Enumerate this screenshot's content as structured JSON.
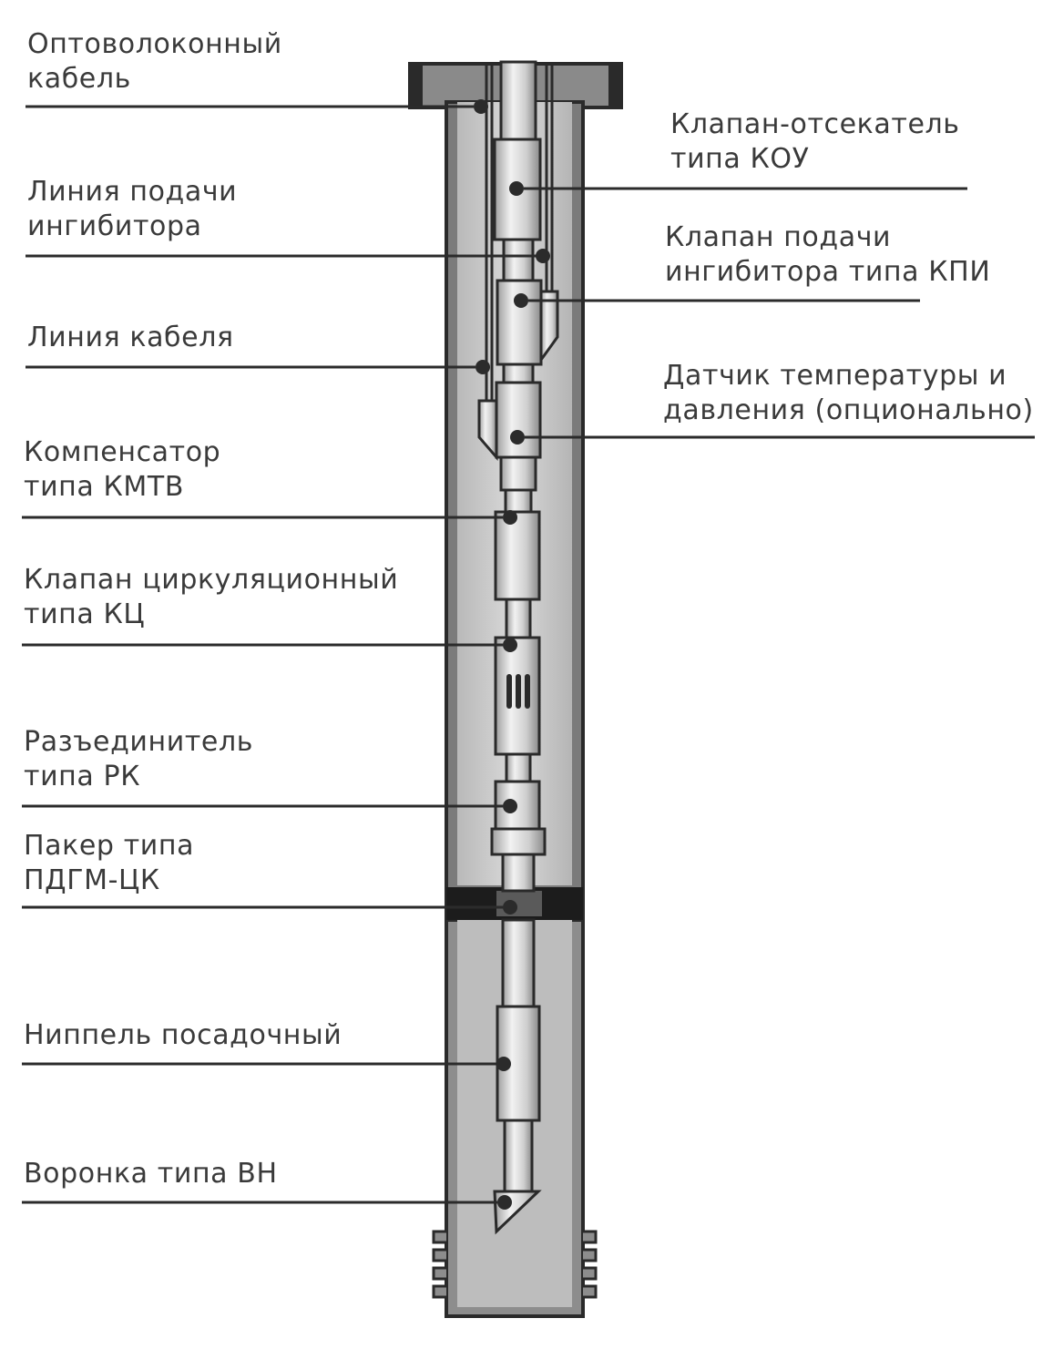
{
  "labels": {
    "fiber_cable": "Оптоволоконный\nкабель",
    "inhibitor_line": "Линия подачи\nингибитора",
    "cable_line": "Линия кабеля",
    "compensator": "Компенсатор\nтипа КМТВ",
    "circulation_valve": "Клапан циркуляционный\nтипа КЦ",
    "disconnector": "Разъединитель\nтипа РК",
    "packer": "Пакер типа\nПДГМ-ЦК",
    "landing_nipple": "Ниппель посадочный",
    "funnel": "Воронка типа ВН",
    "cutoff_valve": "Клапан-отсекатель\nтипа КОУ",
    "inhibitor_valve": "Клапан подачи\nингибитора типа КПИ",
    "pt_sensor": "Датчик температуры и\nдавления (опционально)"
  },
  "colors": {
    "text": "#3a3a3a",
    "leader": "#2b2b2b",
    "casing": "#8f8f8f",
    "casing_dark": "#2a2a2a",
    "annulus": "#bdbdbd",
    "tool": "#d6d6d6",
    "packer": "#1c1c1c"
  }
}
